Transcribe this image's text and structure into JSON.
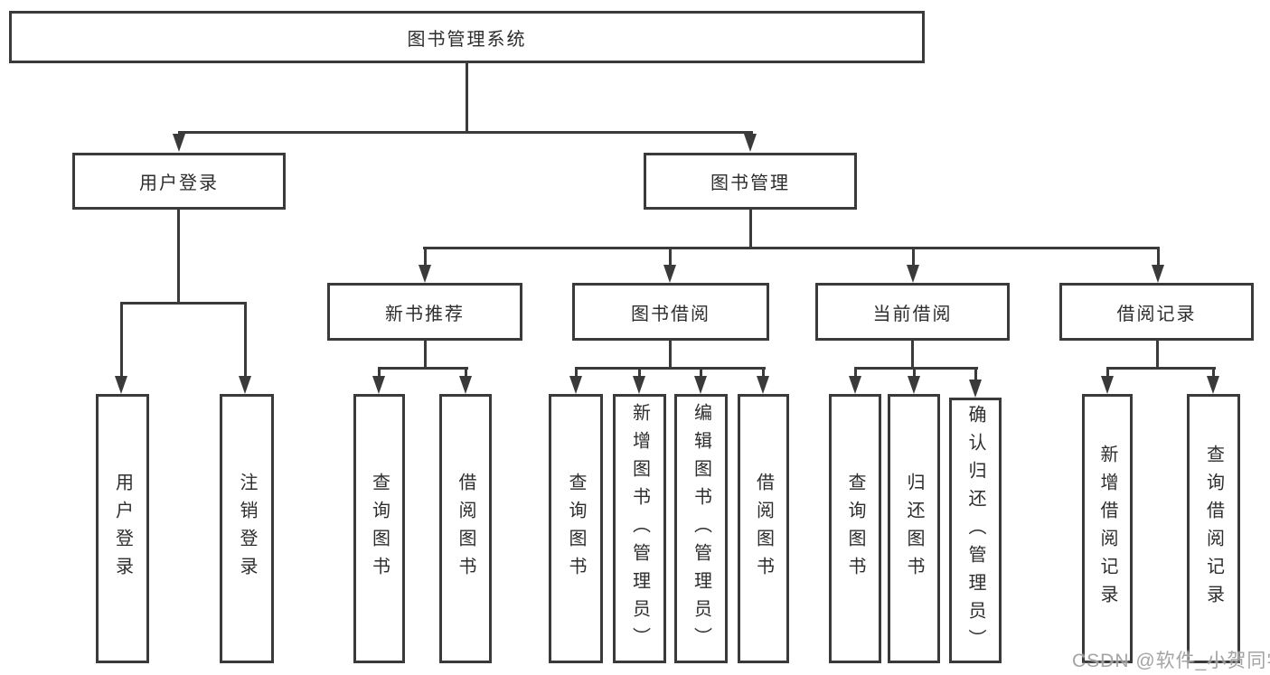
{
  "diagram": {
    "root": {
      "label": "图书管理系统"
    },
    "branches": [
      {
        "label": "用户登录",
        "children": [
          {
            "label": "用户登录"
          },
          {
            "label": "注销登录"
          }
        ]
      },
      {
        "label": "图书管理",
        "children": [
          {
            "label": "新书推荐",
            "children": [
              {
                "label": "查询图书"
              },
              {
                "label": "借阅图书"
              }
            ]
          },
          {
            "label": "图书借阅",
            "children": [
              {
                "label": "查询图书"
              },
              {
                "label": "新增图书（管理员）"
              },
              {
                "label": "编辑图书（管理员）"
              },
              {
                "label": "借阅图书"
              }
            ]
          },
          {
            "label": "当前借阅",
            "children": [
              {
                "label": "查询图书"
              },
              {
                "label": "归还图书"
              },
              {
                "label": "确认归还（管理员）"
              }
            ]
          },
          {
            "label": "借阅记录",
            "children": [
              {
                "label": "新增借阅记录"
              },
              {
                "label": "查询借阅记录"
              }
            ]
          }
        ]
      }
    ]
  },
  "watermark": {
    "text": "CSDN @软件_小贺同学"
  },
  "colors": {
    "line": "#3a3a3a",
    "text": "#2d2d2d",
    "watermark": "#989696",
    "background": "#ffffff"
  }
}
